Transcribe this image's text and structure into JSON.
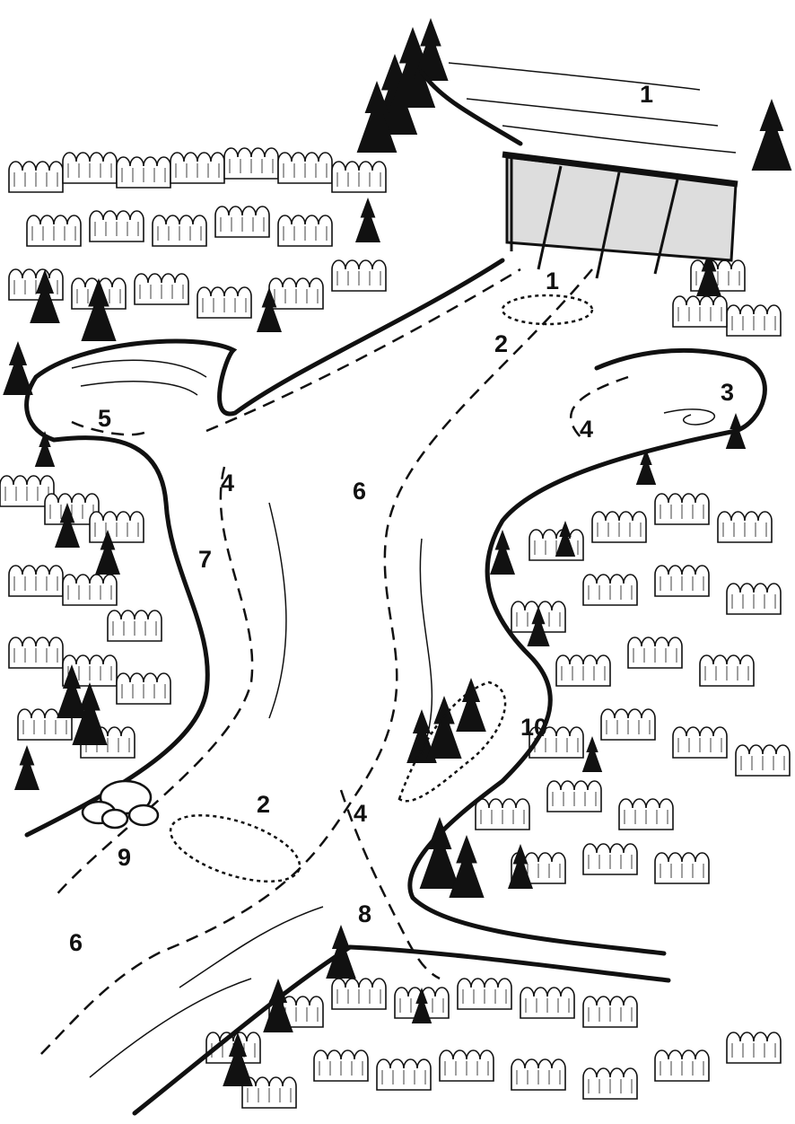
{
  "colors": {
    "ink": "#111111",
    "paper": "#ffffff"
  },
  "labels": [
    {
      "id": "a",
      "text": "1"
    },
    {
      "id": "b",
      "text": "1"
    },
    {
      "id": "c",
      "text": "2"
    },
    {
      "id": "d",
      "text": "3"
    },
    {
      "id": "e",
      "text": "4"
    },
    {
      "id": "f",
      "text": "5"
    },
    {
      "id": "g",
      "text": "4"
    },
    {
      "id": "h",
      "text": "6"
    },
    {
      "id": "i",
      "text": "7"
    },
    {
      "id": "j",
      "text": "10"
    },
    {
      "id": "k",
      "text": "2"
    },
    {
      "id": "l",
      "text": "4"
    },
    {
      "id": "m",
      "text": "9"
    },
    {
      "id": "n",
      "text": "8"
    },
    {
      "id": "o",
      "text": "6"
    }
  ]
}
